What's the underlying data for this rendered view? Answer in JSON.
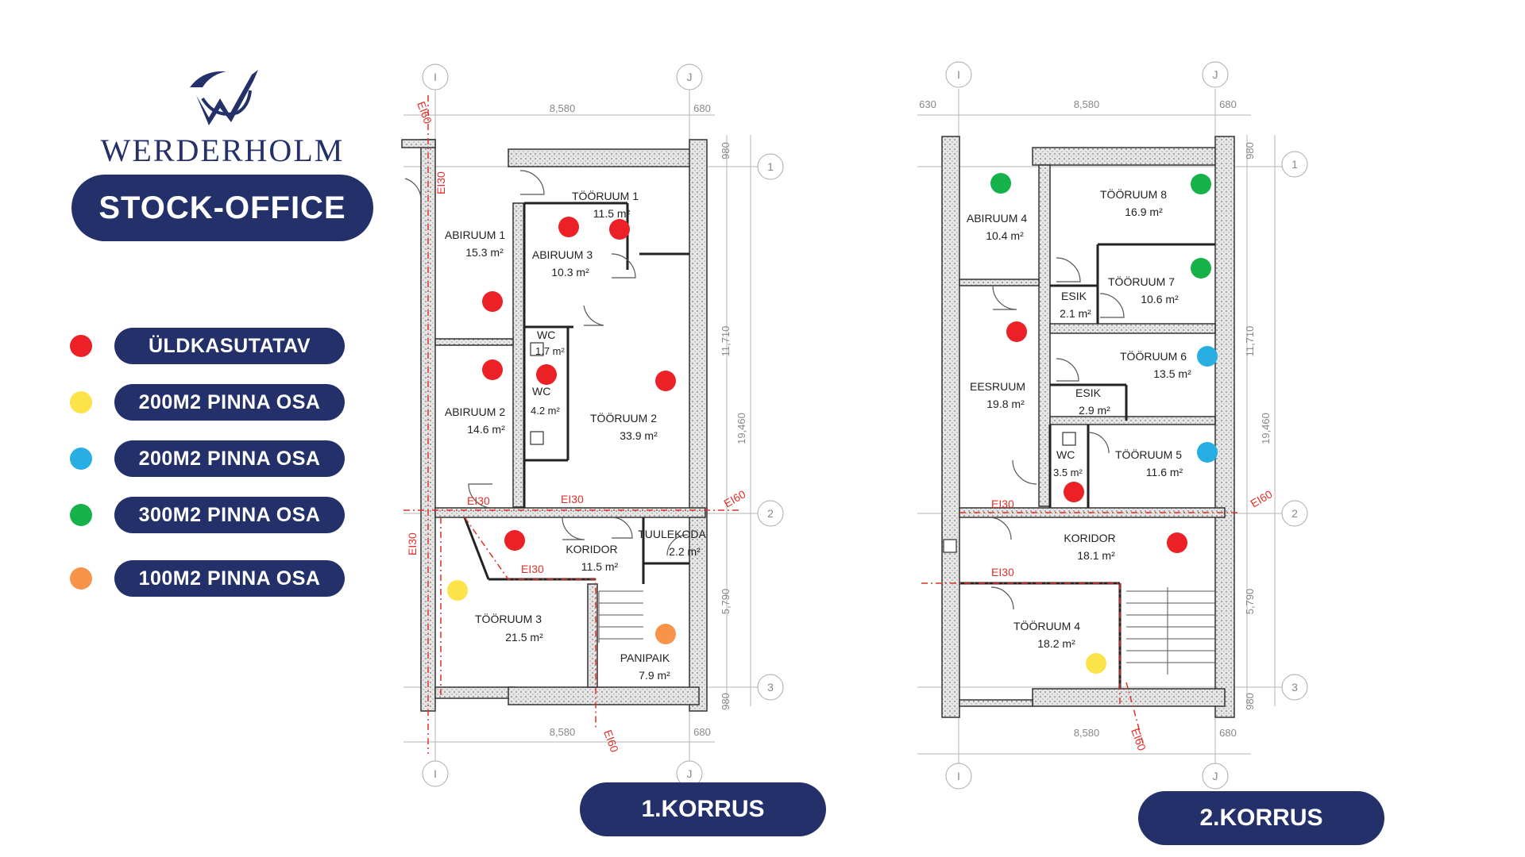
{
  "brand": {
    "name": "WERDERHOLM",
    "title": "STOCK-OFFICE"
  },
  "colors": {
    "navy": "#24306a",
    "red": "#ec2127",
    "yellow": "#fbe349",
    "blue": "#28aee3",
    "green": "#15b24a",
    "orange": "#f7944a"
  },
  "legend": [
    {
      "label": "ÜLDKASUTATAV",
      "color": "#ec2127"
    },
    {
      "label": "200M2 PINNA OSA",
      "color": "#fbe349"
    },
    {
      "label": "200M2 PINNA OSA",
      "color": "#28aee3"
    },
    {
      "label": "300M2 PINNA OSA",
      "color": "#15b24a"
    },
    {
      "label": "100M2 PINNA OSA",
      "color": "#f7944a"
    }
  ],
  "floors": [
    {
      "label": "1.KORRUS",
      "axes": {
        "col_left": "I",
        "col_right": "J",
        "row_1": "1",
        "row_2": "2",
        "row_3": "3"
      },
      "dimensions": {
        "top_main": "8,580",
        "top_side": "680",
        "bottom_main": "8,580",
        "bottom_side": "680",
        "right_a": "980",
        "right_b": "11,710",
        "right_total": "19,460",
        "right_c": "5,790",
        "right_d": "980"
      },
      "fire_labels": [
        "EI60",
        "EI30",
        "EI30",
        "EI30",
        "EI60",
        "EI30",
        "EI30",
        "EI60"
      ],
      "rooms": [
        {
          "name": "TÖÖRUUM 1",
          "area": "11.5 m²"
        },
        {
          "name": "ABIRUUM 1",
          "area": "15.3 m²"
        },
        {
          "name": "ABIRUUM 3",
          "area": "10.3 m²"
        },
        {
          "name": "WC",
          "area": "1.7 m²"
        },
        {
          "name": "WC",
          "area": "4.2 m²"
        },
        {
          "name": "ABIRUUM 2",
          "area": "14.6 m²"
        },
        {
          "name": "TÖÖRUUM 2",
          "area": "33.9 m²"
        },
        {
          "name": "KORIDOR",
          "area": "11.5 m²"
        },
        {
          "name": "TUULEKODA",
          "area": "2.2 m²"
        },
        {
          "name": "TÖÖRUUM 3",
          "area": "21.5 m²"
        },
        {
          "name": "PANIPAIK",
          "area": "7.9 m²"
        }
      ],
      "markers": [
        "red",
        "red",
        "red",
        "red",
        "red",
        "red",
        "red",
        "yellow",
        "orange"
      ]
    },
    {
      "label": "2.KORRUS",
      "axes": {
        "col_left": "I",
        "col_right": "J",
        "row_1": "1",
        "row_2": "2",
        "row_3": "3"
      },
      "dimensions": {
        "top_left": "630",
        "top_main": "8,580",
        "top_side": "680",
        "bottom_main": "8,580",
        "bottom_side": "680",
        "right_a": "980",
        "right_b": "11,710",
        "right_total": "19,460",
        "right_c": "5,790",
        "right_d": "980"
      },
      "fire_labels": [
        "EI30",
        "EI30",
        "EI60",
        "EI60"
      ],
      "rooms": [
        {
          "name": "ABIRUUM 4",
          "area": "10.4 m²"
        },
        {
          "name": "TÖÖRUUM 8",
          "area": "16.9 m²"
        },
        {
          "name": "TÖÖRUUM 7",
          "area": "10.6 m²"
        },
        {
          "name": "ESIK",
          "area": "2.1 m²"
        },
        {
          "name": "TÖÖRUUM 6",
          "area": "13.5 m²"
        },
        {
          "name": "EESRUUM",
          "area": "19.8 m²"
        },
        {
          "name": "ESIK",
          "area": "2.9 m²"
        },
        {
          "name": "WC",
          "area": "3.5 m²"
        },
        {
          "name": "TÖÖRUUM 5",
          "area": "11.6 m²"
        },
        {
          "name": "KORIDOR",
          "area": "18.1 m²"
        },
        {
          "name": "TÖÖRUUM 4",
          "area": "18.2 m²"
        }
      ],
      "markers": [
        "green",
        "green",
        "green",
        "red",
        "blue",
        "blue",
        "red",
        "red",
        "yellow"
      ]
    }
  ]
}
